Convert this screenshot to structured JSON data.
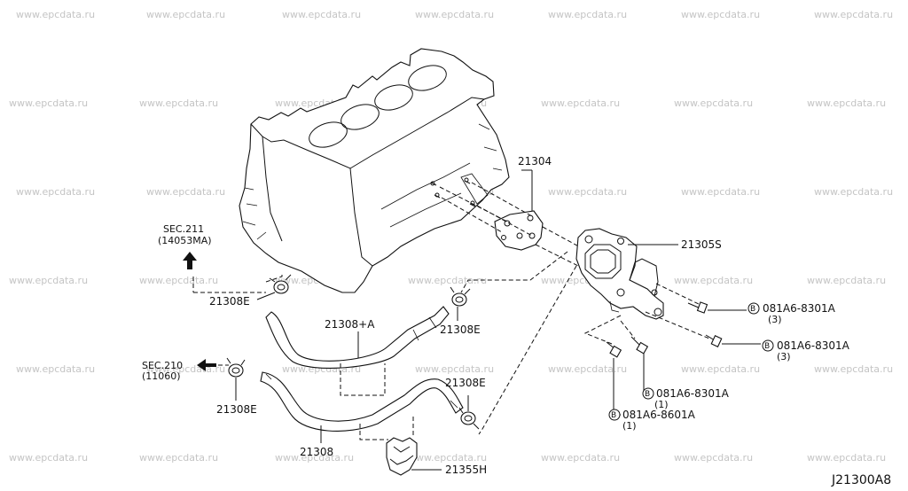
{
  "watermark": "www.epcdata.ru",
  "diagram_code": "J21300A8",
  "sections": [
    {
      "line1": "SEC.211",
      "line2": "(14053MA)"
    },
    {
      "line1": "SEC.210",
      "line2": "(11060)"
    }
  ],
  "parts": {
    "oil_cooler_gasket": "21304",
    "oil_cooler": "21305S",
    "clamp_top_left": "21308E",
    "clamp_mid": "21308E",
    "clamp_left": "21308E",
    "clamp_bottom": "21308E",
    "upper_hose": "21308+A",
    "lower_hose": "21308",
    "hose_clip": "21355H"
  },
  "bolts": [
    {
      "letter": "B",
      "code": "081A6-8301A",
      "qty": "(3)"
    },
    {
      "letter": "B",
      "code": "081A6-8301A",
      "qty": "(3)"
    },
    {
      "letter": "B",
      "code": "081A6-8301A",
      "qty": "(1)"
    },
    {
      "letter": "B",
      "code": "081A6-8601A",
      "qty": "(1)"
    }
  ]
}
